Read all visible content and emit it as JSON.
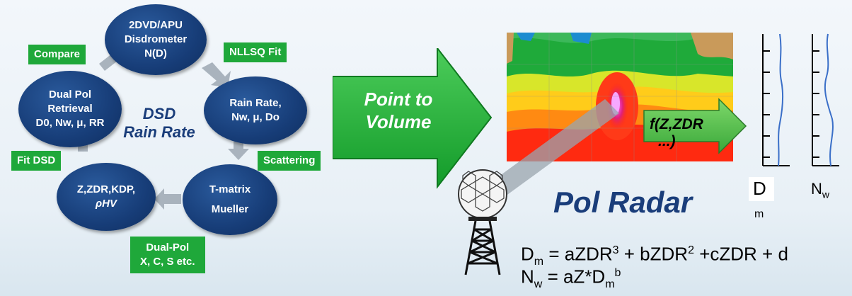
{
  "cycle": {
    "center_line1": "DSD",
    "center_line2": "Rain Rate",
    "disdrometer": [
      "2DVD/APU",
      "Disdrometer",
      "N(D)"
    ],
    "rainrate": [
      "Rain Rate,",
      "Nw, μ, Do"
    ],
    "tmatrix": [
      "T-matrix",
      "Mueller"
    ],
    "zdr": [
      "Z,ZDR,KDP,",
      "ρHV"
    ],
    "dualpol": [
      "Dual Pol",
      "Retrieval",
      "D0, Nw, μ, RR"
    ]
  },
  "labels": {
    "compare": "Compare",
    "nllsq": "NLLSQ Fit",
    "scattering": "Scattering",
    "fit_dsd": "Fit  DSD",
    "dualpol_bands_1": "Dual-Pol",
    "dualpol_bands_2": "X, C, S etc."
  },
  "arrow": {
    "line1": "Point to",
    "line2": "Volume"
  },
  "func": {
    "line1": "f(Z,ZDR",
    "line2": "...)"
  },
  "radar_title": "Pol Radar",
  "profiles": {
    "d_label": "D",
    "d_sub": "m",
    "nw_label": "N",
    "nw_sub": "w"
  },
  "equations": {
    "dm_lhs": "D",
    "dm_lhs_sub": "m",
    "dm_rhs": " = aZDR",
    "dm_p3": "3",
    "dm_mid": " + bZDR",
    "dm_p2": "2",
    "dm_tail": " +cZDR + d",
    "nw_lhs": "N",
    "nw_lhs_sub": "w",
    "nw_rhs": " = aZ*D",
    "nw_sub2": "m",
    "nw_sup": "b"
  },
  "colors": {
    "ellipse": "#173d78",
    "green": "#1fa83a",
    "title": "#1a3d7a"
  }
}
